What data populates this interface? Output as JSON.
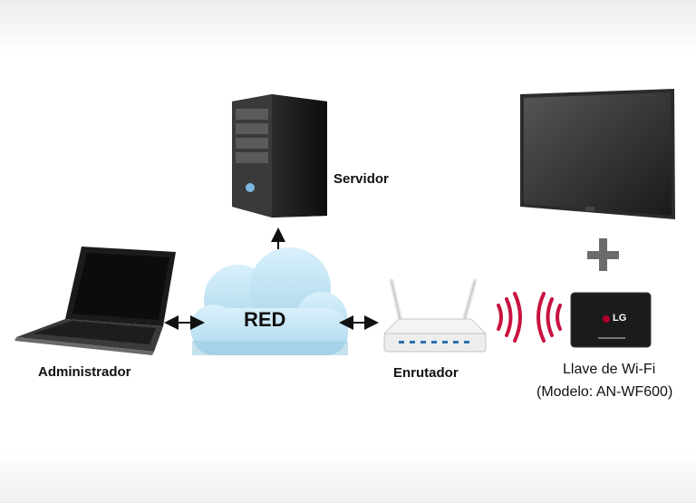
{
  "labels": {
    "server": "Servidor",
    "administrator": "Administrador",
    "router": "Enrutador",
    "network": "RED",
    "wifi_key_line1": "Llave de Wi-Fi",
    "wifi_key_line2": "(Modelo: AN-WF600)",
    "dongle_brand": "LG"
  },
  "colors": {
    "cloud": "#bfe3f3",
    "signal": "#c8123f",
    "plus": "#6b6b6b",
    "arrow": "#111111"
  },
  "icons": [
    "server-icon",
    "laptop-icon",
    "cloud-icon",
    "router-icon",
    "tv-icon",
    "wifi-dongle-icon",
    "plus-icon",
    "wifi-signal-icon"
  ]
}
